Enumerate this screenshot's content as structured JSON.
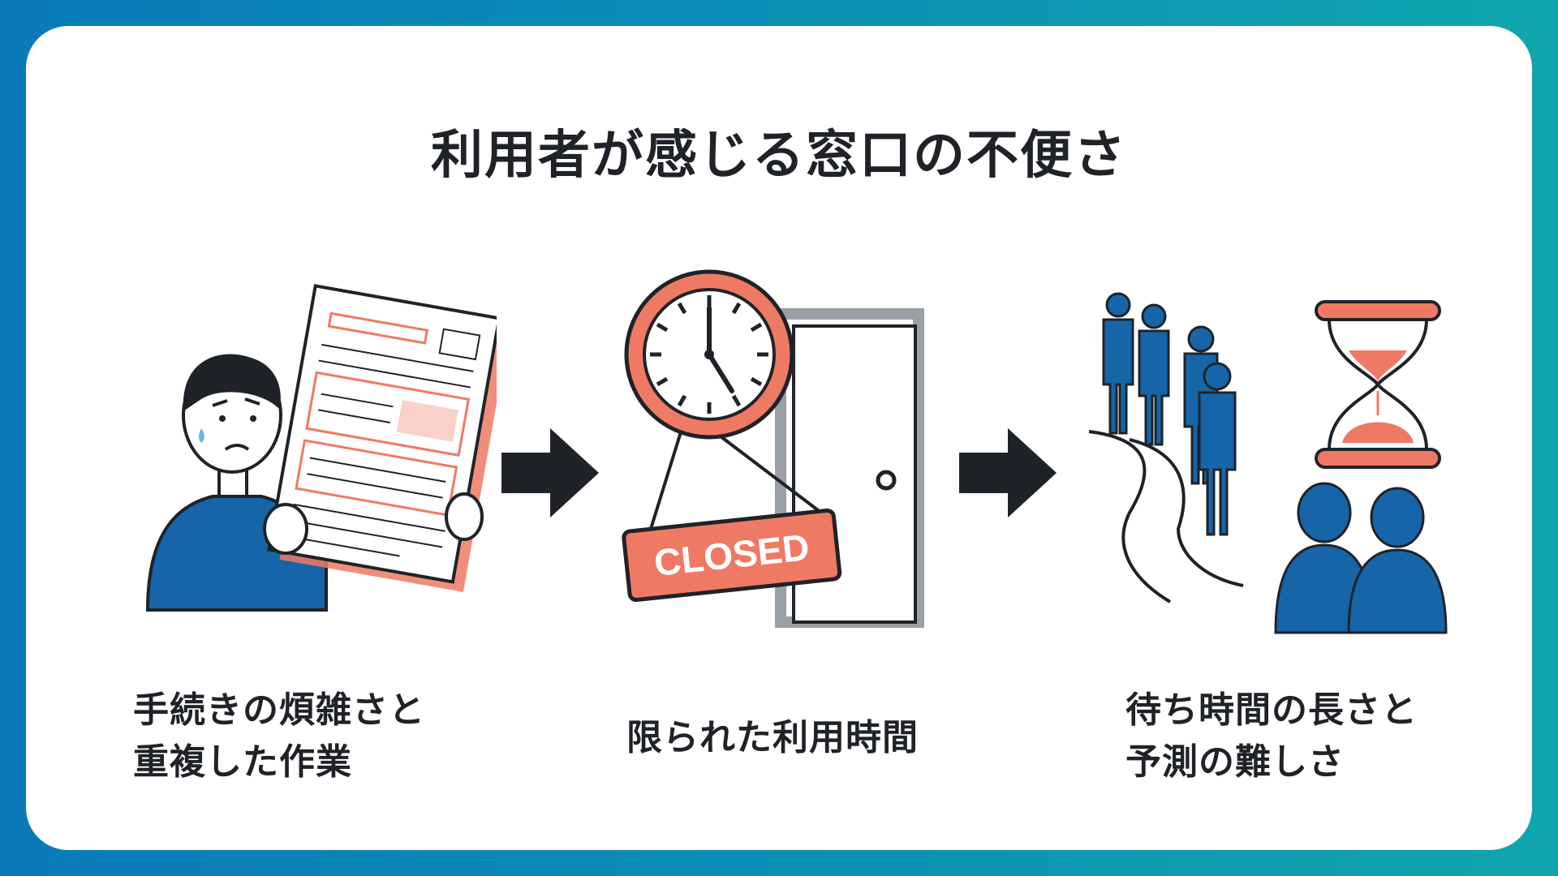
{
  "title": "利用者が感じる窓口の不便さ",
  "colors": {
    "accent_coral": "#ef7a64",
    "figure_blue": "#1565a8",
    "ink": "#1f2328",
    "background_gradient": [
      "#0a7ab8",
      "#10a5ad"
    ]
  },
  "items": [
    {
      "icon": "confused-person-with-form-icon",
      "caption_lines": [
        "手続きの煩雑さと",
        "重複した作業"
      ]
    },
    {
      "icon": "clock-closed-door-icon",
      "sign_text": "CLOSED",
      "caption_lines": [
        "限られた利用時間"
      ]
    },
    {
      "icon": "waiting-queue-hourglass-icon",
      "caption_lines": [
        "待ち時間の長さと",
        "予測の難しさ"
      ]
    }
  ],
  "arrows": [
    "arrow-right-icon",
    "arrow-right-icon"
  ]
}
